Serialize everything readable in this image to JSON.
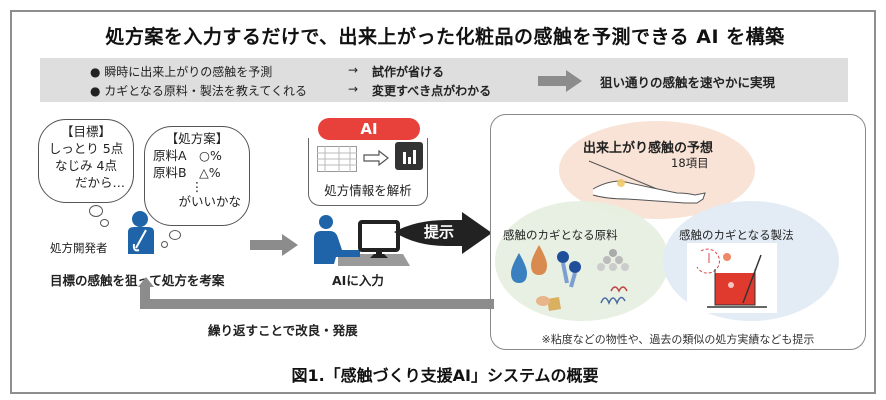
{
  "title": "処方案を入力するだけで、出来上がった化粧品の感触を予測できる AI を構築",
  "summary_band": {
    "bullets": [
      {
        "text": "● 瞬時に出来上がりの感触を予測",
        "arrow": "→",
        "result": "試作が省ける"
      },
      {
        "text": "● カギとなる原料・製法を教えてくれる",
        "arrow": "→",
        "result": "変更すべき点がわかる"
      }
    ],
    "outcome": "狙い通りの感触を速やかに実現"
  },
  "developer": {
    "goal_bubble": [
      "【目標】",
      "しっとり 5点",
      "なじみ 4点",
      "だから…"
    ],
    "formula_bubble": [
      "【処方案】",
      "原料A　○%",
      "原料B　△%",
      "⋮",
      "がいいかな"
    ],
    "role_label": "処方開発者",
    "action_label": "目標の感触を狙って処方を考案"
  },
  "ai": {
    "badge": "AI",
    "analysis_label": "処方情報を解析",
    "input_label": "AIに入力",
    "present_label": "提示"
  },
  "results": {
    "prediction_title": "出来上がり感触の予想",
    "prediction_count": "18項目",
    "materials_label": "感触のカギとなる原料",
    "process_label": "感触のカギとなる製法",
    "note": "※粘度などの物性や、過去の類似の処方実績なども提示"
  },
  "loop_label": "繰り返すことで改良・発展",
  "caption": "図1.「感触づくり支援AI」システムの概要",
  "colors": {
    "accent_red": "#e8403a",
    "person_blue": "#1f64a8",
    "arrow_gray": "#8c8c8c",
    "band_gray": "#dedede",
    "prediction_bg": "#f8e3d6",
    "materials_bg": "#e6efe0",
    "process_bg": "#e2ebf4"
  }
}
